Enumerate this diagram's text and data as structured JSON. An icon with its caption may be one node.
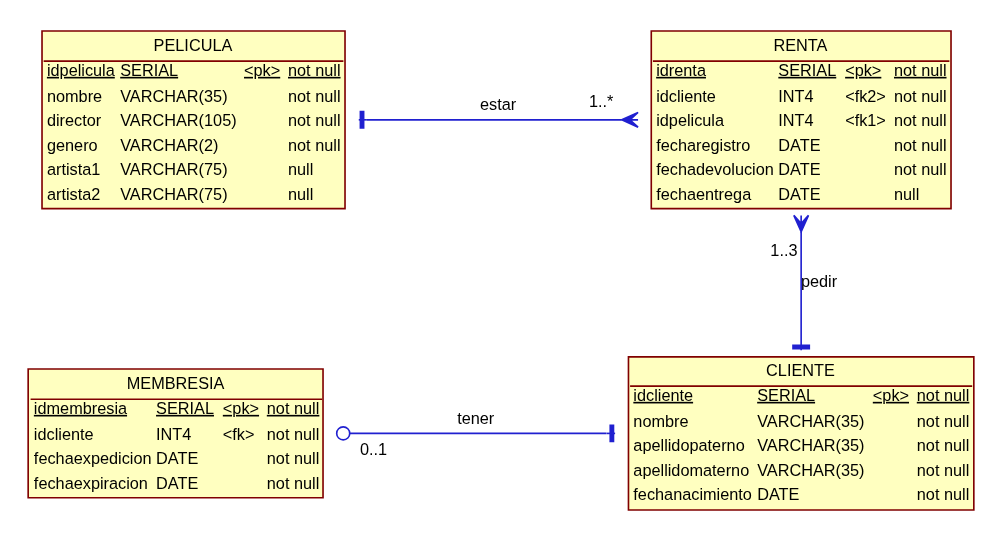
{
  "diagram": {
    "nodes": [
      {
        "text": [
          "PELICULA",
          "idpelicula",
          "SERIAL",
          "<pk>",
          "not null",
          "nombre",
          "VARCHAR(35)",
          "not null",
          "director",
          "VARCHAR(105)",
          "not null",
          "genero",
          "VARCHAR(2)",
          "not null",
          "artista1",
          "VARCHAR(75)",
          "null",
          "artista2",
          "VARCHAR(75)",
          "null"
        ]
      },
      {
        "text": [
          "RENTA",
          "idrenta",
          "SERIAL",
          "<pk>",
          "not null",
          "idcliente",
          "INT4",
          "<fk2>",
          "not null",
          "idpelicula",
          "INT4",
          "<fk1>",
          "not null",
          "fecharegistro",
          "DATE",
          "not null",
          "fechadevolucion",
          "DATE",
          "not null",
          "fechaentrega",
          "DATE",
          "null"
        ]
      },
      {
        "text": [
          "MEMBRESIA",
          "idmembresia",
          "SERIAL",
          "<pk>",
          "not null",
          "idcliente",
          "INT4",
          "<fk>",
          "not null",
          "fechaexpedicion",
          "DATE",
          "not null",
          "fechaexpiracion",
          "DATE",
          "not null"
        ]
      },
      {
        "text": [
          "CLIENTE",
          "idcliente",
          "SERIAL",
          "<pk>",
          "not null",
          "nombre",
          "VARCHAR(35)",
          "not null",
          "apellidopaterno",
          "VARCHAR(35)",
          "not null",
          "apellidomaterno",
          "VARCHAR(35)",
          "not null",
          "fechanacimiento",
          "DATE",
          "not null"
        ]
      }
    ],
    "edges": [
      {
        "from": 0,
        "to": 1,
        "arrow": "other",
        "label": "estar"
      },
      {
        "from": 1,
        "to": 3,
        "arrow": "other",
        "label": "pedir"
      },
      {
        "from": 2,
        "to": 3,
        "arrow": "other",
        "label": "tener"
      }
    ],
    "labels": [
      "1..*",
      "1..3",
      "0..1"
    ]
  }
}
